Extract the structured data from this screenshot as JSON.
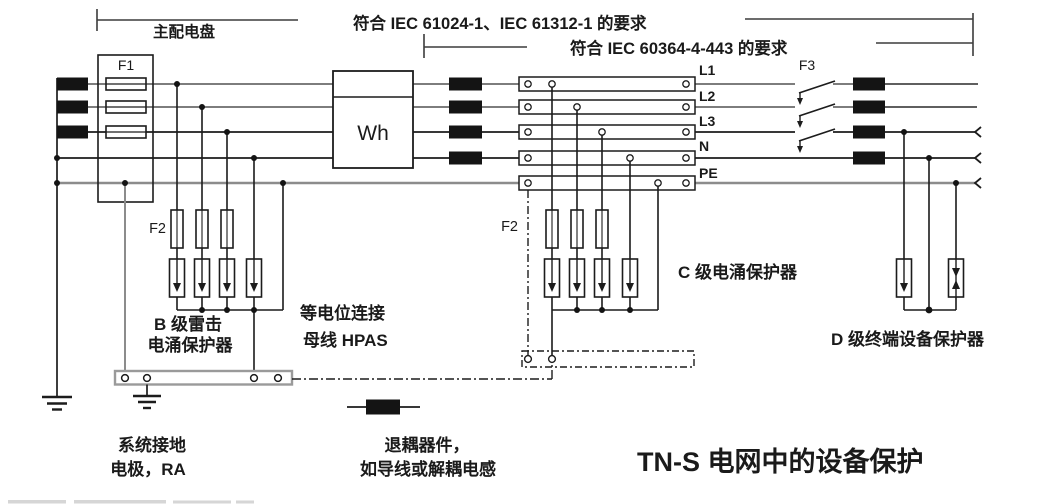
{
  "diagram_title": "TN-S 电网中的设备保护",
  "top_annotations": {
    "main_panel": "主配电盘",
    "requirement_1": "符合 IEC 61024-1、IEC 61312-1 的要求",
    "requirement_2": "符合 IEC 60364-4-443 的要求"
  },
  "device_labels": {
    "f1": "F1",
    "f2_class_b": "F2",
    "f2_class_c": "F2",
    "f3": "F3",
    "energy_meter": "Wh",
    "class_b_spd_line1": "B 级雷击",
    "class_b_spd_line2": "电涌保护器",
    "bonding_bar_line1": "等电位连接",
    "bonding_bar_line2": "母线 HPAS",
    "class_c_spd": "C 级电涌保护器",
    "class_d_spd": "D 级终端设备保护器",
    "system_earth_line1": "系统接地",
    "system_earth_line2": "电极，RA",
    "decoupling_line1": "退耦器件，",
    "decoupling_line2": "如导线或解耦电感"
  },
  "conductor_labels": {
    "l1": "L1",
    "l2": "L2",
    "l3": "L3",
    "n": "N",
    "pe": "PE"
  }
}
